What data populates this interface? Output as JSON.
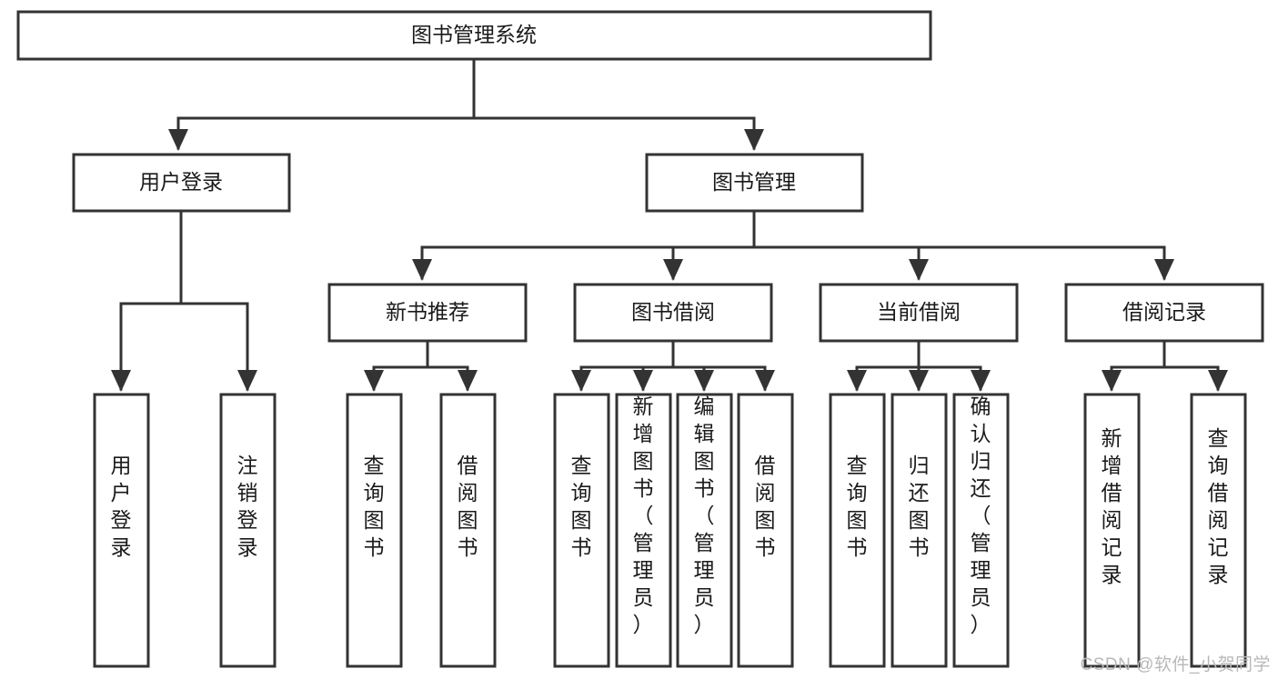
{
  "diagram": {
    "title": "图书管理系统",
    "type": "tree",
    "orientation": "top-down",
    "colors": {
      "box_stroke": "#333333",
      "box_fill": "#ffffff",
      "text": "#1a1a1a",
      "connector": "#333333",
      "watermark": "#b8b8b8",
      "background": "#ffffff"
    },
    "root": {
      "label": "图书管理系统"
    },
    "level2": [
      {
        "label": "用户登录"
      },
      {
        "label": "图书管理"
      }
    ],
    "level3": [
      {
        "label": "新书推荐"
      },
      {
        "label": "图书借阅"
      },
      {
        "label": "当前借阅"
      },
      {
        "label": "借阅记录"
      }
    ],
    "leaves_user_login": [
      {
        "label": "用户登录"
      },
      {
        "label": "注销登录"
      }
    ],
    "leaves_new_book": [
      {
        "label": "查询图书"
      },
      {
        "label": "借阅图书"
      }
    ],
    "leaves_borrow": [
      {
        "label": "查询图书"
      },
      {
        "label": "新增图书（管理员）"
      },
      {
        "label": "编辑图书（管理员）"
      },
      {
        "label": "借阅图书"
      }
    ],
    "leaves_current": [
      {
        "label": "查询图书"
      },
      {
        "label": "归还图书"
      },
      {
        "label": "确认归还（管理员）"
      }
    ],
    "leaves_record": [
      {
        "label": "新增借阅记录"
      },
      {
        "label": "查询借阅记录"
      }
    ]
  },
  "watermark": {
    "text": "CSDN @软件_小贺同学"
  }
}
